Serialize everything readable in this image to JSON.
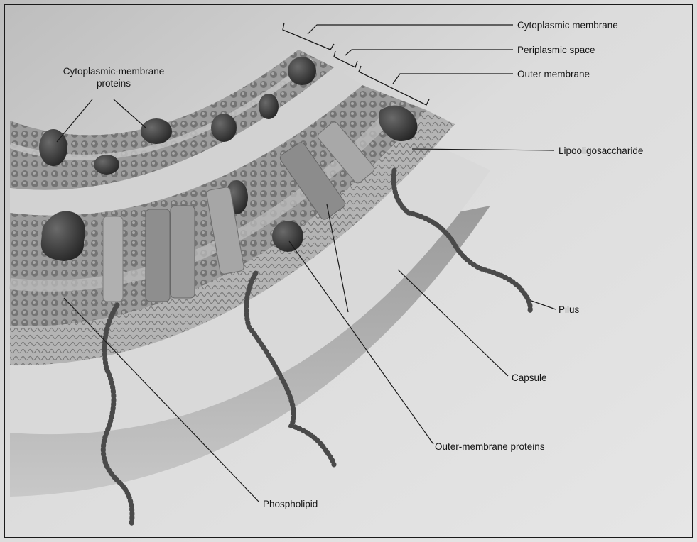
{
  "figure": {
    "labels": {
      "cytoplasmic_membrane": "Cytoplasmic membrane",
      "periplasmic_space": "Periplasmic space",
      "outer_membrane": "Outer membrane",
      "lipooligosaccharide": "Lipooligosaccharide",
      "pilus": "Pilus",
      "capsule": "Capsule",
      "outer_membrane_proteins": "Outer-membrane proteins",
      "phospholipid": "Phospholipid",
      "cytoplasmic_membrane_proteins_line1": "Cytoplasmic-membrane",
      "cytoplasmic_membrane_proteins_line2": "proteins"
    },
    "colors": {
      "background": "#dcdcdc",
      "border": "#1a1a1a",
      "membrane": "#8a8a8a",
      "protein_dark": "#2b2b2b",
      "capsule": "#d6d6d6",
      "leader_line": "#1a1a1a"
    }
  }
}
